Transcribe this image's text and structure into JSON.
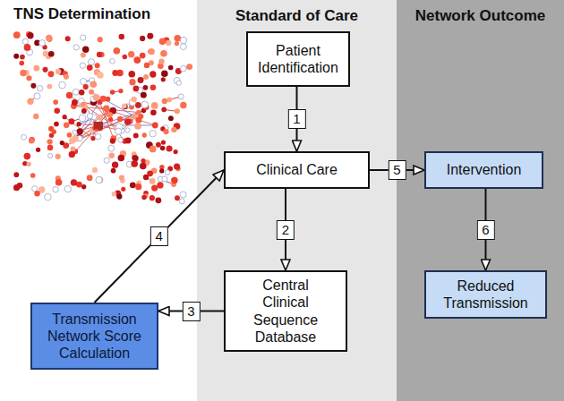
{
  "diagram": {
    "nodes": [
      {
        "text": [
          "Standard of Care"
        ]
      },
      {
        "text": [
          "Network Outcome"
        ]
      },
      {
        "text": [
          "Patient Identification"
        ],
        "in": 0
      },
      {
        "text": [
          "Clinical Care"
        ],
        "in": 0
      },
      {
        "text": [
          "Central Clinical Sequence Database"
        ],
        "in": 0
      },
      {
        "text": [
          "Intervention"
        ],
        "in": 1
      },
      {
        "text": [
          "Reduced Transmission"
        ],
        "in": 1
      },
      {
        "text": [
          "Transmission Network Score Calculation"
        ]
      }
    ],
    "edges": [
      {
        "from": 2,
        "to": 3,
        "arrow": "to",
        "label": "1"
      },
      {
        "from": 3,
        "to": 4,
        "arrow": "to",
        "label": "2"
      },
      {
        "from": 4,
        "to": 7,
        "arrow": "to",
        "label": "3"
      },
      {
        "from": 7,
        "to": 3,
        "arrow": "to",
        "label": "4"
      },
      {
        "from": 3,
        "to": 5,
        "arrow": "to",
        "label": "5"
      },
      {
        "from": 5,
        "to": 6,
        "arrow": "to",
        "label": "6"
      }
    ],
    "labels": [
      "TNS Determination"
    ]
  }
}
